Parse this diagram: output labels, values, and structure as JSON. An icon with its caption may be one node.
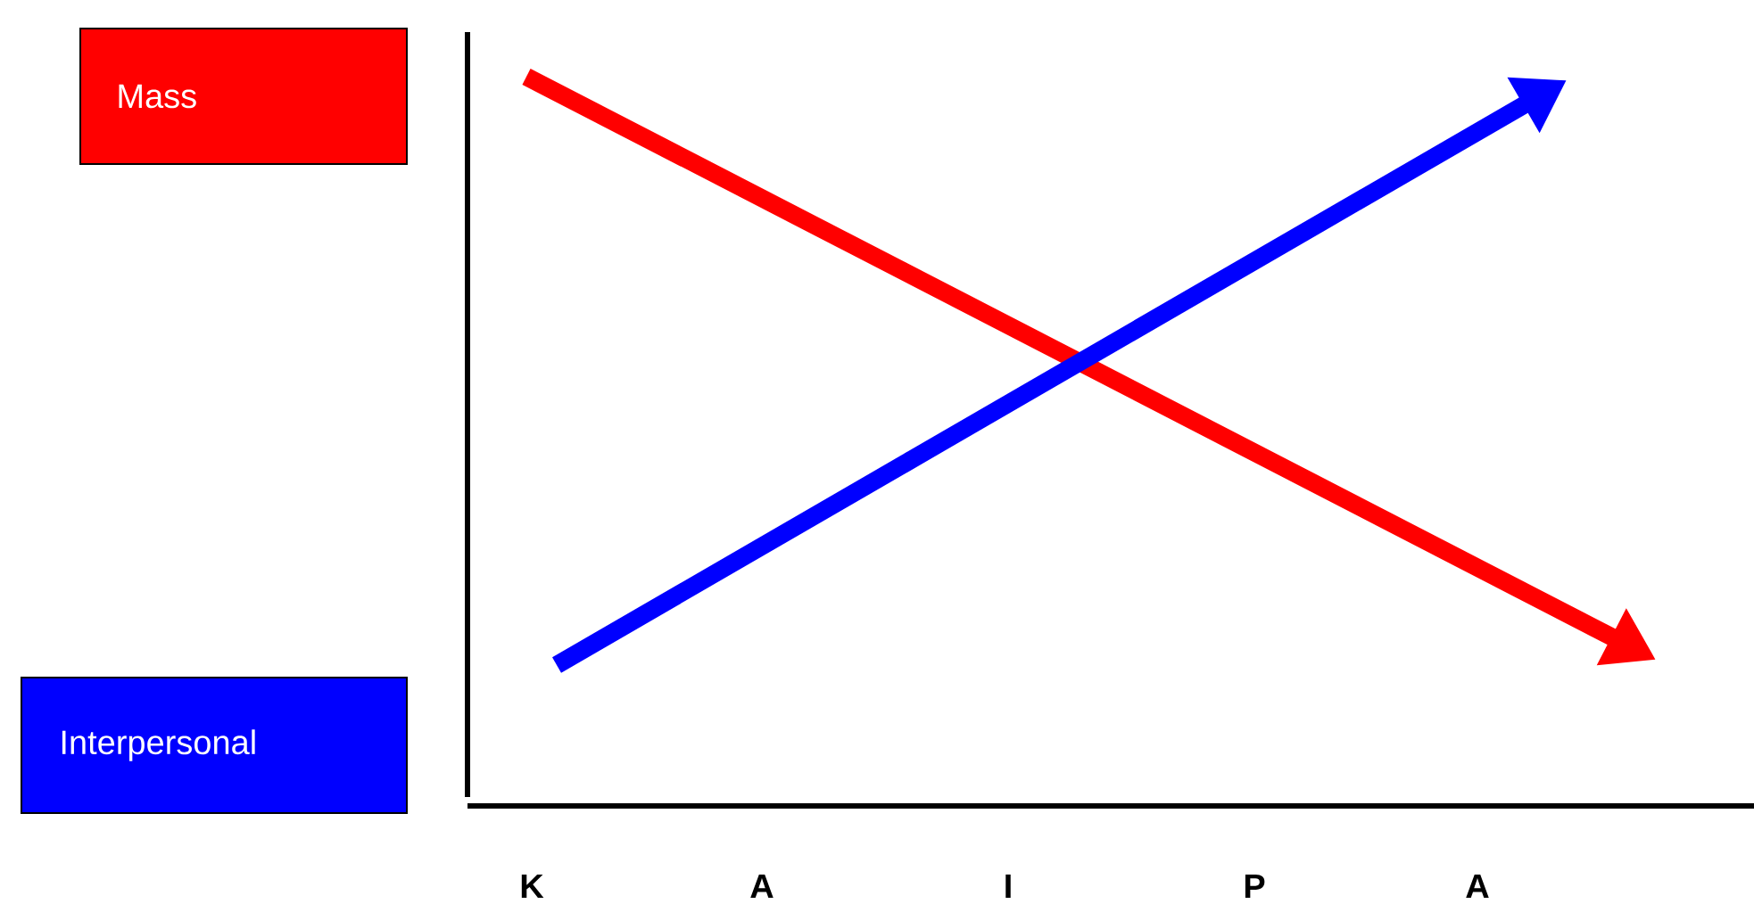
{
  "diagram": {
    "labels": [
      "K",
      "A",
      "I",
      "P",
      "A"
    ],
    "legend": [
      {
        "text": "Mass",
        "color": "#ff0000"
      },
      {
        "text": "Interpersonal",
        "color": "#0000ff"
      }
    ]
  }
}
